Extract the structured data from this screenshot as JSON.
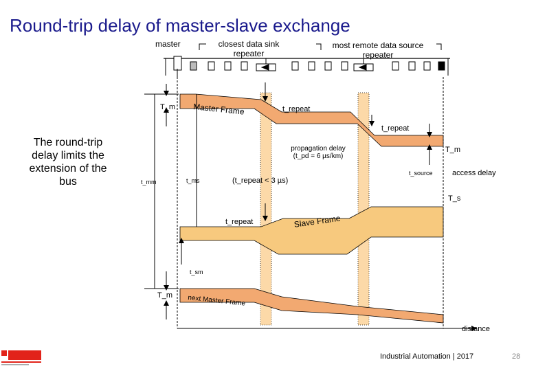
{
  "title": "Round-trip delay of master-slave exchange",
  "side_note": "The round-trip delay limits the extension of the bus",
  "labels": {
    "master": "master",
    "closest_sink": "closest  data sink\nrepeater",
    "remote_source": "most remote data source\nrepeater",
    "T_m_left": "T_m",
    "master_frame": "Master Frame",
    "t_repeat_top": "t_repeat",
    "t_repeat_mid": "t_repeat",
    "prop_delay": "propagation delay\n(t_pd = 6 µs/km)",
    "T_m_right": "T_m",
    "t_source": "t_source",
    "access_delay": "access delay",
    "t_mm": "t_mm",
    "t_ms": "t_ms",
    "t_repeat_cond": "(t_repeat < 3 µs)",
    "T_s": "T_s",
    "t_repeat_low": "t_repeat",
    "slave_frame": "Slave Frame",
    "t_sm": "t_sm",
    "T_m_bottom": "T_m",
    "next_master_frame": "next Master Frame",
    "distance": "distance"
  },
  "footer": {
    "text": "Industrial Automation  | 2017",
    "page": "28"
  },
  "colors": {
    "title": "#1a1a8c",
    "frame_fill": "#f2a971",
    "slave_fill": "#f7c97e",
    "repeater_band": "#fcd9a8",
    "logo": "#e2231a"
  }
}
